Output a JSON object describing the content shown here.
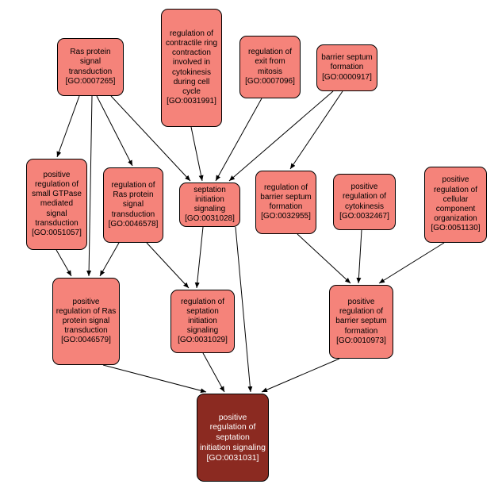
{
  "diagram": {
    "title": "GO term ancestry graph for positive regulation of septation initiation signaling",
    "colors": {
      "background": "#ffffff",
      "node_fill": "#f5837a",
      "node_border": "#000000",
      "focus_fill": "#8b2a21",
      "focus_text": "#ffffff",
      "edge": "#000000"
    }
  },
  "nodes": [
    {
      "name": "Ras protein signal transduction",
      "id": "[GO:0007265]"
    },
    {
      "name": "regulation of contractile ring contraction involved in cytokinesis during cell cycle",
      "id": "[GO:0031991]"
    },
    {
      "name": "regulation of exit from mitosis",
      "id": "[GO:0007096]"
    },
    {
      "name": "barrier septum formation",
      "id": "[GO:0000917]"
    },
    {
      "name": "positive regulation of small GTPase mediated signal transduction",
      "id": "[GO:0051057]"
    },
    {
      "name": "regulation of Ras protein signal transduction",
      "id": "[GO:0046578]"
    },
    {
      "name": "septation initiation signaling",
      "id": "[GO:0031028]"
    },
    {
      "name": "regulation of barrier septum formation",
      "id": "[GO:0032955]"
    },
    {
      "name": "positive regulation of cytokinesis",
      "id": "[GO:0032467]"
    },
    {
      "name": "positive regulation of cellular component organization",
      "id": "[GO:0051130]"
    },
    {
      "name": "positive regulation of Ras protein signal transduction",
      "id": "[GO:0046579]"
    },
    {
      "name": "regulation of septation initiation signaling",
      "id": "[GO:0031029]"
    },
    {
      "name": "positive regulation of barrier septum formation",
      "id": "[GO:0010973]"
    },
    {
      "name": "positive regulation of septation initiation signaling",
      "id": "[GO:0031031]"
    }
  ],
  "edges": [
    {
      "from": "GO:0007265",
      "to": "GO:0051057"
    },
    {
      "from": "GO:0007265",
      "to": "GO:0046578"
    },
    {
      "from": "GO:0007265",
      "to": "GO:0031028"
    },
    {
      "from": "GO:0007265",
      "to": "GO:0046579"
    },
    {
      "from": "GO:0031991",
      "to": "GO:0031028"
    },
    {
      "from": "GO:0007096",
      "to": "GO:0031028"
    },
    {
      "from": "GO:0000917",
      "to": "GO:0031028"
    },
    {
      "from": "GO:0000917",
      "to": "GO:0032955"
    },
    {
      "from": "GO:0051057",
      "to": "GO:0046579"
    },
    {
      "from": "GO:0046578",
      "to": "GO:0046579"
    },
    {
      "from": "GO:0046578",
      "to": "GO:0031029"
    },
    {
      "from": "GO:0031028",
      "to": "GO:0031029"
    },
    {
      "from": "GO:0031028",
      "to": "GO:0031031"
    },
    {
      "from": "GO:0032955",
      "to": "GO:0010973"
    },
    {
      "from": "GO:0032467",
      "to": "GO:0010973"
    },
    {
      "from": "GO:0051130",
      "to": "GO:0010973"
    },
    {
      "from": "GO:0046579",
      "to": "GO:0031031"
    },
    {
      "from": "GO:0031029",
      "to": "GO:0031031"
    },
    {
      "from": "GO:0010973",
      "to": "GO:0031031"
    }
  ]
}
